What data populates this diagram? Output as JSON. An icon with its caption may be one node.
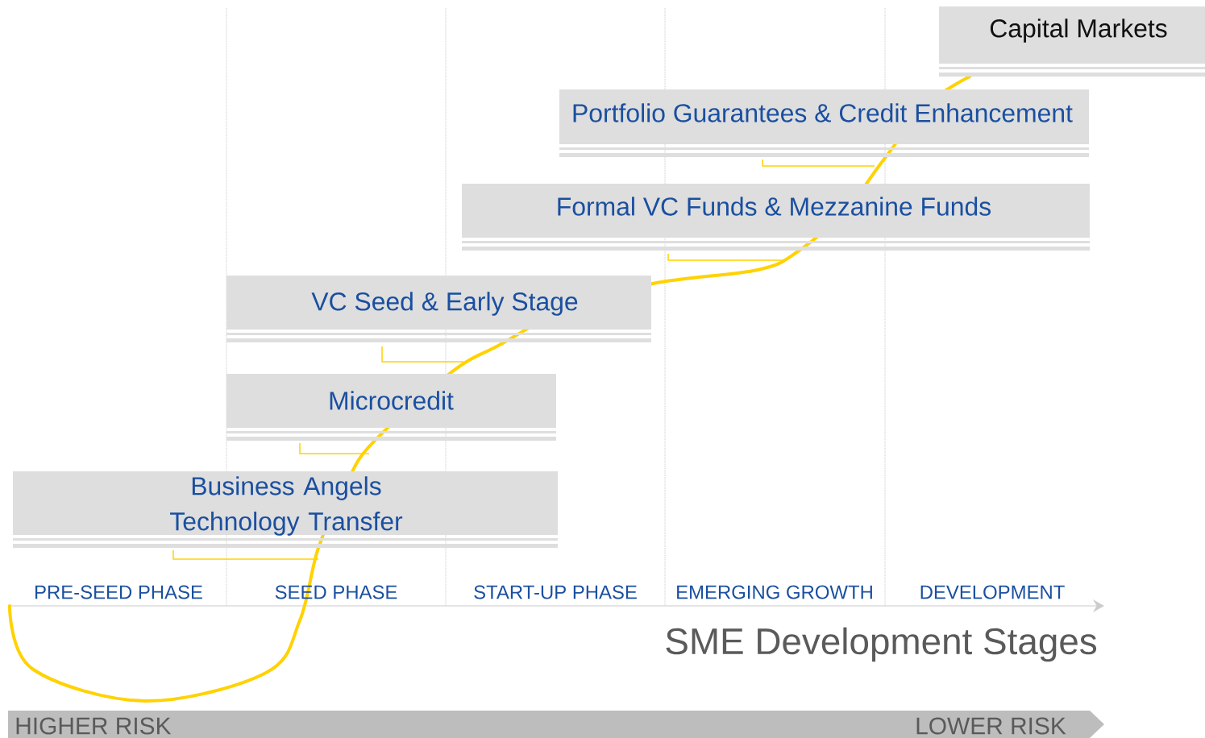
{
  "diagram": {
    "nodes": [
      {
        "text": [
          "Business Angels Technology Transfer"
        ]
      },
      {
        "text": [
          "Microcredit"
        ]
      },
      {
        "text": [
          "VC Seed & Early Stage"
        ]
      },
      {
        "text": [
          "Formal VC Funds & Mezzanine Funds"
        ]
      },
      {
        "text": [
          "Portfolio Guarantees & Credit Enhancement"
        ]
      },
      {
        "text": [
          "Capital Markets"
        ]
      }
    ],
    "labels": [
      "PRE-SEED PHASE",
      "SEED PHASE",
      "START-UP PHASE",
      "EMERGING GROWTH",
      "DEVELOPMENT",
      "SME Development Stages",
      "HIGHER RISK",
      "LOWER RISK"
    ]
  }
}
